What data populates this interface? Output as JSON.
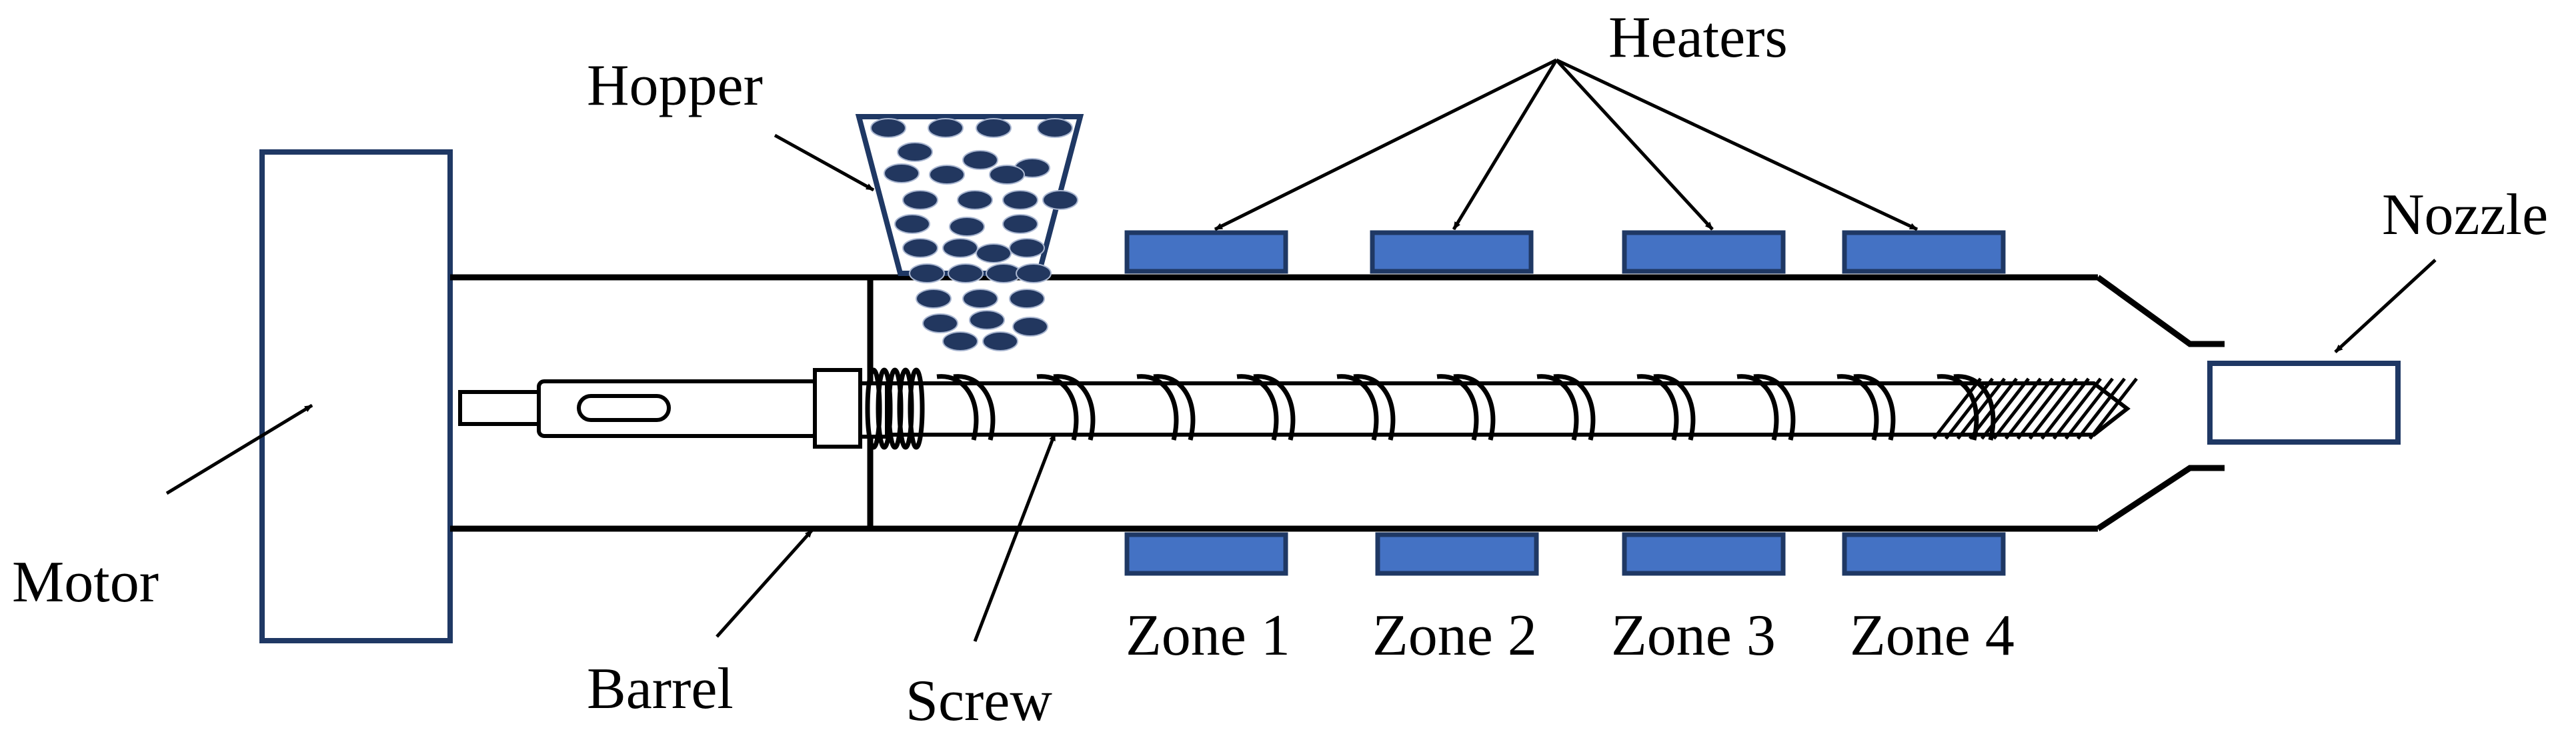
{
  "labels": {
    "heaters": "Heaters",
    "hopper": "Hopper",
    "nozzle": "Nozzle",
    "motor": "Motor",
    "barrel": "Barrel",
    "screw": "Screw",
    "zones": [
      "Zone 1",
      "Zone 2",
      "Zone 3",
      "Zone 4"
    ]
  },
  "colors": {
    "heater_fill": "#4472C4",
    "heater_stroke": "#1F3864",
    "pellet_fill": "#22375F",
    "line": "#000000"
  }
}
